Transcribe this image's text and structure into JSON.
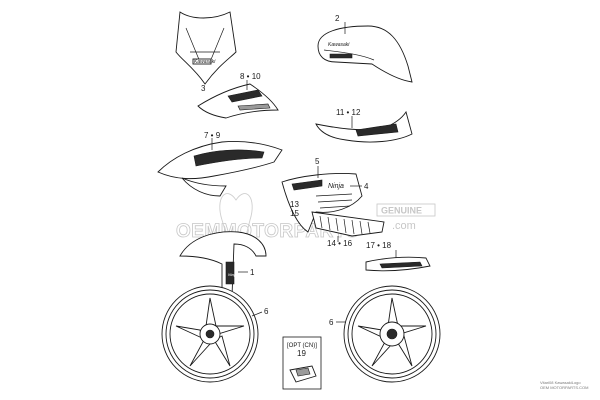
{
  "labels": {
    "p1": "1",
    "p2": "2",
    "p3": "3",
    "p4": "4",
    "p5": "5",
    "p6a": "6",
    "p6b": "6",
    "p8_10": "8 • 10",
    "p11_12": "11 • 12",
    "p7_9": "7 • 9",
    "p13": "13",
    "p15": "15",
    "p14_16": "14 • 16",
    "p17_18": "17 • 18",
    "opt_title": "[OPT (CN)]",
    "p19": "19"
  },
  "decal_text": {
    "windshield_logo": "Kawasaki",
    "tank_logo": "Kawasaki",
    "shroud_logo": "Ninja",
    "fender_logo": "Ninja"
  },
  "watermark": {
    "main": "OEMMOTORPARTS",
    "suffix": ".com",
    "badge": "GENUINE"
  },
  "footer": {
    "line1": "Vitari08 KawasakiLogo",
    "line2": "OEM MOTORPARTS.COM"
  },
  "colors": {
    "line": "#1a1a1a",
    "watermark": "#c7c7c7",
    "background": "#ffffff"
  }
}
